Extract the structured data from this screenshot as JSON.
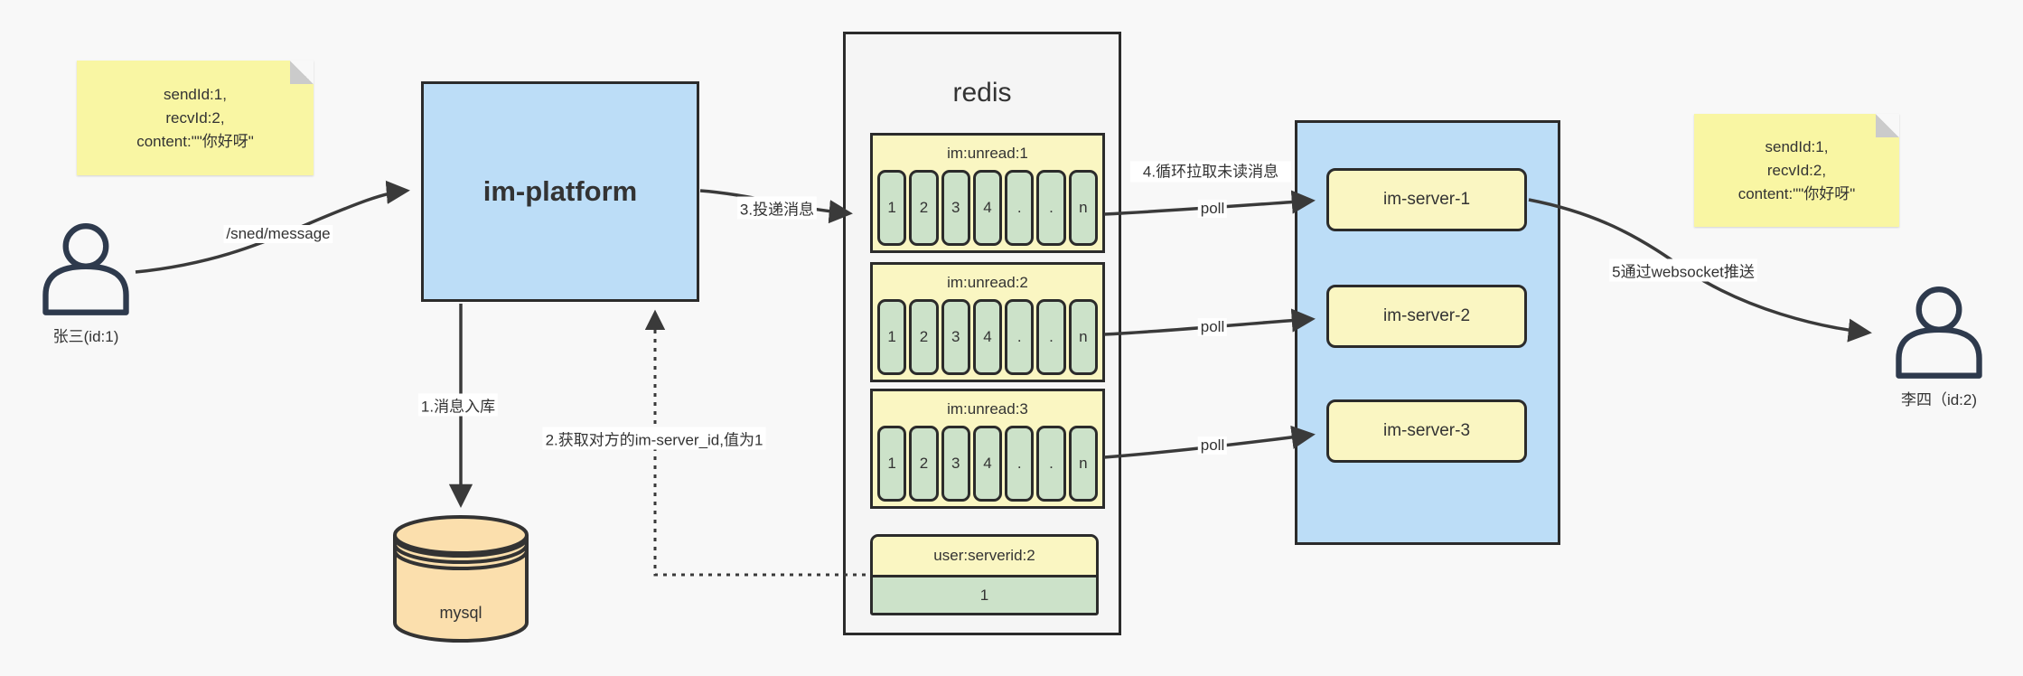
{
  "colors": {
    "canvas_bg": "#F8F8F8",
    "ink": "#2B2B2B",
    "note_yellow": "#F9F6A3",
    "pale_yellow": "#FAF6C2",
    "cell_green": "#CCE2C9",
    "node_blue": "#BCDDF7",
    "db_orange": "#FBDFAD",
    "person_ink": "#2E3A4D"
  },
  "notes": {
    "sender": {
      "lines": [
        "sendId:1,",
        "recvId:2,",
        "content:\"\"你好呀\""
      ]
    },
    "receiver": {
      "lines": [
        "sendId:1,",
        "recvId:2,",
        "content:\"\"你好呀\""
      ]
    }
  },
  "users": {
    "sender": {
      "name": "张三(id:1)"
    },
    "receiver": {
      "name": "李四（id:2)"
    }
  },
  "platform": {
    "label": "im-platform"
  },
  "db": {
    "label": "mysql"
  },
  "redis": {
    "title": "redis",
    "queues": [
      {
        "title": "im:unread:1",
        "cells": [
          "1",
          "2",
          "3",
          "4",
          ".",
          ".",
          "n"
        ]
      },
      {
        "title": "im:unread:2",
        "cells": [
          "1",
          "2",
          "3",
          "4",
          ".",
          ".",
          "n"
        ]
      },
      {
        "title": "im:unread:3",
        "cells": [
          "1",
          "2",
          "3",
          "4",
          ".",
          ".",
          "n"
        ]
      }
    ],
    "kv": {
      "title": "user:serverid:2",
      "value": "1"
    }
  },
  "cluster": {
    "servers": [
      {
        "label": "im-server-1"
      },
      {
        "label": "im-server-2"
      },
      {
        "label": "im-server-3"
      }
    ]
  },
  "flow": {
    "send_endpoint": "/sned/message",
    "step1": "1.消息入库",
    "step2": "2.获取对方的im-server_id,值为1",
    "step3": "3.投递消息",
    "step4": "4.循环拉取未读消息",
    "step5": "5通过websocket推送",
    "poll": "poll"
  }
}
